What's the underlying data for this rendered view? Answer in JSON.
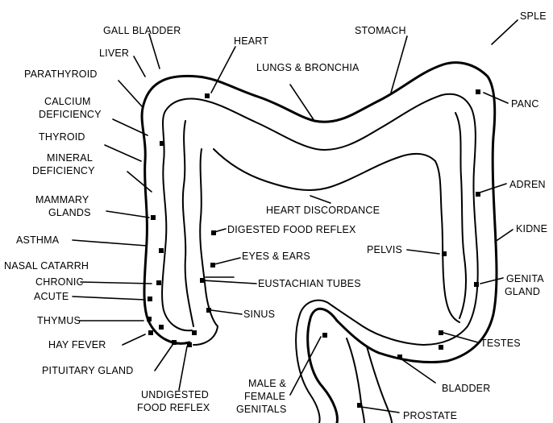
{
  "labels": {
    "gall_bladder": "GALL BLADDER",
    "heart": "HEART",
    "stomach": "STOMACH",
    "spleen": "SPLE",
    "liver": "LIVER",
    "parathyroid": "PARATHYROID",
    "lungs_bronchia": "LUNGS & BRONCHIA",
    "calcium_deficiency_1": "CALCIUM",
    "calcium_deficiency_2": "DEFICIENCY",
    "pancreas": "PANC",
    "thyroid": "THYROID",
    "mineral_deficiency_1": "MINERAL",
    "mineral_deficiency_2": "DEFICIENCY",
    "adrenals": "ADREN",
    "mammary_glands_1": "MAMMARY",
    "mammary_glands_2": "GLANDS",
    "heart_discordance": "HEART DISCORDANCE",
    "kidneys": "KIDNE",
    "digested_food_reflex": "DIGESTED FOOD REFLEX",
    "asthma": "ASTHMA",
    "pelvis": "PELVIS",
    "nasal_catarrh": "NASAL CATARRH",
    "eyes_ears": "EYES & EARS",
    "chronic": "CHRONIC",
    "eustachian_tubes": "EUSTACHIAN TUBES",
    "genital_glands_1": "GENITA",
    "genital_glands_2": "GLAND",
    "acute": "ACUTE",
    "sinus": "SINUS",
    "thymus": "THYMUS",
    "testes": "TESTES",
    "hay_fever": "HAY FEVER",
    "pituitary_gland": "PITUITARY GLAND",
    "male_female_genitals_1": "MALE &",
    "male_female_genitals_2": "FEMALE",
    "male_female_genitals_3": "GENITALS",
    "bladder": "BLADDER",
    "undigested_food_reflex_1": "UNDIGESTED",
    "undigested_food_reflex_2": "FOOD REFLEX",
    "prostate": "PROSTATE"
  }
}
